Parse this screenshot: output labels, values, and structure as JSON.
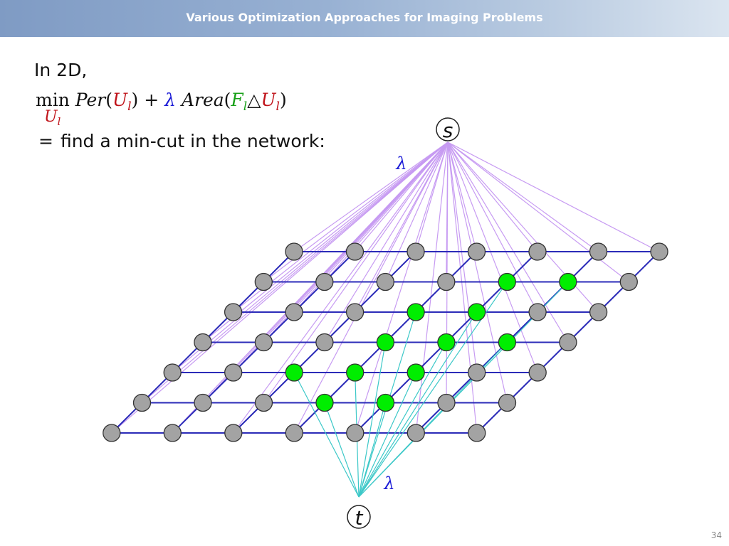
{
  "header": {
    "title": "Various Optimization Approaches for Imaging Problems"
  },
  "body": {
    "intro": "In 2D,",
    "min_word": "min",
    "per_fn": "Per",
    "area_fn": "Area",
    "plus": "+",
    "lambda": "λ",
    "symdiff": "△",
    "u_letter": "U",
    "f_letter": "F",
    "sub_l": "l",
    "lparen": "(",
    "rparen": ")",
    "equals": "=",
    "network_text": "find a min-cut in the network:"
  },
  "diagram": {
    "source_label": "s",
    "sink_label": "t",
    "source_edge_label": "λ",
    "sink_edge_label": "λ",
    "grid_rows": 7,
    "grid_cols": 7,
    "foreground_nodes": [
      [
        1,
        4
      ],
      [
        1,
        5
      ],
      [
        2,
        3
      ],
      [
        2,
        4
      ],
      [
        3,
        3
      ],
      [
        3,
        4
      ],
      [
        3,
        5
      ],
      [
        4,
        2
      ],
      [
        4,
        3
      ],
      [
        4,
        4
      ],
      [
        5,
        3
      ],
      [
        5,
        4
      ]
    ],
    "colors": {
      "grid_edge": "#2b2bb8",
      "source_edge": "#c79bf2",
      "sink_edge": "#3cc8c8",
      "background_node": "#a3a3a3",
      "foreground_node": "#00ee00",
      "node_stroke": "#333333",
      "lambda_color": "#1a1ad6"
    }
  },
  "footer": {
    "page_number": "34"
  }
}
